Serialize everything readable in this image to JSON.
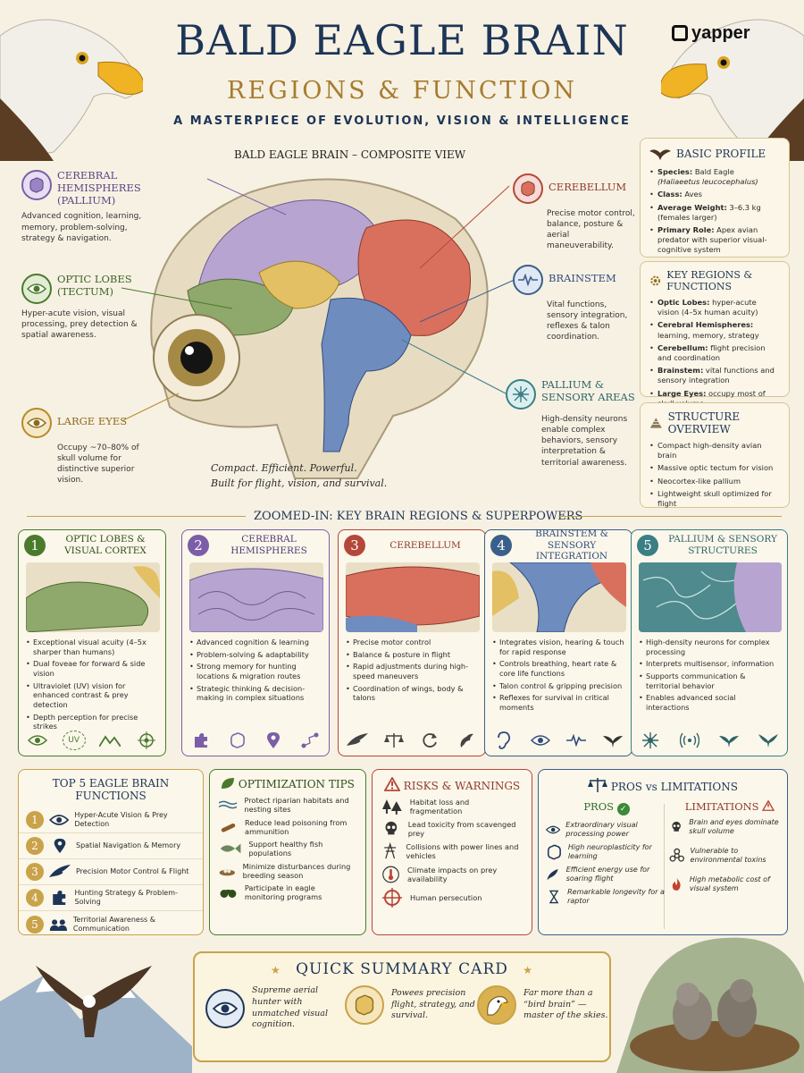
{
  "header": {
    "title": "BALD EAGLE BRAIN",
    "subtitle": "REGIONS & FUNCTION",
    "tagline": "A MASTERPIECE OF EVOLUTION, VISION & INTELLIGENCE",
    "logo": "yapper"
  },
  "brain": {
    "title": "BALD EAGLE BRAIN – COMPOSITE VIEW",
    "caption_line1": "Compact. Efficient. Powerful.",
    "caption_line2": "Built for flight, vision, and survival.",
    "labels": [
      {
        "title": "CEREBRAL HEMISPHERES (PALLIUM)",
        "desc": "Advanced cognition, learning, memory, problem-solving, strategy & navigation.",
        "color": "#7b5ea7",
        "icon": "brain-icon"
      },
      {
        "title": "OPTIC LOBES (TECTUM)",
        "desc": "Hyper-acute vision, visual processing, prey detection & spatial awareness.",
        "color": "#4a7a2c",
        "icon": "eye-icon"
      },
      {
        "title": "LARGE EYES",
        "desc": "Occupy ~70–80% of skull volume for distinctive superior vision.",
        "color": "#b8892b",
        "icon": "eye-icon"
      },
      {
        "title": "CEREBELLUM",
        "desc": "Precise motor control, balance, posture & aerial maneuverability.",
        "color": "#b5473a",
        "icon": "cerebellum-icon"
      },
      {
        "title": "BRAINSTEM",
        "desc": "Vital functions, sensory integration, reflexes & talon coordination.",
        "color": "#3a5f8a",
        "icon": "pulse-icon"
      },
      {
        "title": "PALLIUM & SENSORY AREAS",
        "desc": "High-density neurons enable complex behaviors, sensory interpretation & territorial awareness.",
        "color": "#3a7f86",
        "icon": "neuron-icon"
      }
    ]
  },
  "sidebar": {
    "profile": {
      "title": "BASIC PROFILE",
      "items": [
        {
          "k": "Species:",
          "v": "Bald Eagle",
          "v2": "(Haliaeetus leucocephalus)"
        },
        {
          "k": "Class:",
          "v": "Aves"
        },
        {
          "k": "Average Weight:",
          "v": "3–6.3 kg (females larger)"
        },
        {
          "k": "Primary Role:",
          "v": "Apex avian predator with superior visual-cognitive system"
        }
      ]
    },
    "regions": {
      "title": "KEY REGIONS & FUNCTIONS",
      "items": [
        {
          "k": "Optic Lobes:",
          "v": "hyper-acute vision (4–5x human acuity)"
        },
        {
          "k": "Cerebral Hemispheres:",
          "v": "learning, memory, strategy"
        },
        {
          "k": "Cerebellum:",
          "v": "flight precision and coordination"
        },
        {
          "k": "Brainstem:",
          "v": "vital functions and sensory integration"
        },
        {
          "k": "Large Eyes:",
          "v": "occupy most of skull volume"
        }
      ]
    },
    "structure": {
      "title": "STRUCTURE OVERVIEW",
      "items": [
        "Compact high-density avian brain",
        "Massive optic tectum for vision",
        "Neocortex-like pallium",
        "Lightweight skull optimized for flight"
      ]
    }
  },
  "zoom": {
    "title": "ZOOMED-IN: KEY BRAIN REGIONS & SUPERPOWERS",
    "cards": [
      {
        "num": "1",
        "title": "OPTIC LOBES & VISUAL CORTEX",
        "color": "#4a7a2c",
        "items": [
          "Exceptional visual acuity (4–5x sharper than humans)",
          "Dual foveae for forward & side vision",
          "Ultraviolet (UV) vision for enhanced contrast & prey detection",
          "Depth perception for precise strikes"
        ],
        "icons": [
          "eye-icon",
          "uv-icon",
          "mountain-icon",
          "target-icon"
        ],
        "uv": "UV"
      },
      {
        "num": "2",
        "title": "CEREBRAL HEMISPHERES",
        "color": "#7b5ea7",
        "items": [
          "Advanced cognition & learning",
          "Problem-solving & adaptability",
          "Strong memory for hunting locations & migration routes",
          "Strategic thinking & decision-making in complex situations"
        ],
        "icons": [
          "puzzle-icon",
          "brain-icon",
          "map-pin-icon",
          "route-icon"
        ]
      },
      {
        "num": "3",
        "title": "CEREBELLUM",
        "color": "#b5473a",
        "items": [
          "Precise motor control",
          "Balance & posture in flight",
          "Rapid adjustments during high-speed maneuvers",
          "Coordination of wings, body & talons"
        ],
        "icons": [
          "wing-icon",
          "balance-icon",
          "rotate-icon",
          "talon-icon"
        ]
      },
      {
        "num": "4",
        "title": "BRAINSTEM & SENSORY INTEGRATION",
        "color": "#3a5f8a",
        "items": [
          "Integrates vision, hearing & touch for rapid response",
          "Controls breathing, heart rate & core life functions",
          "Talon control & gripping precision",
          "Reflexes for survival in critical moments"
        ],
        "icons": [
          "ear-icon",
          "eye-icon",
          "pulse-icon",
          "eagle-icon"
        ]
      },
      {
        "num": "5",
        "title": "PALLIUM & SENSORY STRUCTURES",
        "color": "#3a7f86",
        "items": [
          "High-density neurons for complex processing",
          "Interprets multisensor, information",
          "Supports communication & territorial behavior",
          "Enables advanced social interactions"
        ],
        "icons": [
          "neuron-icon",
          "signal-icon",
          "bird-icon",
          "eagle-icon"
        ]
      }
    ]
  },
  "functions": {
    "title": "TOP 5 EAGLE BRAIN FUNCTIONS",
    "items": [
      {
        "num": "1",
        "text": "Hyper-Acute Vision & Prey Detection",
        "icon": "eye-icon"
      },
      {
        "num": "2",
        "text": "Spatial Navigation & Memory",
        "icon": "map-pin-icon"
      },
      {
        "num": "3",
        "text": "Precision Motor Control & Flight",
        "icon": "wing-icon"
      },
      {
        "num": "4",
        "text": "Hunting Strategy & Problem-Solving",
        "icon": "puzzle-icon"
      },
      {
        "num": "5",
        "text": "Territorial Awareness & Communication",
        "icon": "people-icon"
      }
    ]
  },
  "tips": {
    "title": "OPTIMIZATION TIPS",
    "items": [
      {
        "text": "Protect riparian habitats and nesting sites",
        "icon": "river-icon"
      },
      {
        "text": "Reduce lead poisoning from ammunition",
        "icon": "ammo-icon"
      },
      {
        "text": "Support healthy fish populations",
        "icon": "fish-icon"
      },
      {
        "text": "Minimize disturbances during breeding season",
        "icon": "nest-icon"
      },
      {
        "text": "Participate in eagle monitoring programs",
        "icon": "binoculars-icon"
      }
    ]
  },
  "risks": {
    "title": "RISKS & WARNINGS",
    "items": [
      {
        "text": "Habitat loss and fragmentation",
        "icon": "trees-icon"
      },
      {
        "text": "Lead toxicity from scavenged prey",
        "icon": "skull-icon"
      },
      {
        "text": "Collisions with power lines and vehicles",
        "icon": "tower-icon"
      },
      {
        "text": "Climate impacts on prey availability",
        "icon": "thermometer-icon"
      },
      {
        "text": "Human persecution",
        "icon": "crosshair-icon"
      }
    ]
  },
  "proscons": {
    "title": "PROS vs LIMITATIONS",
    "pros_title": "PROS",
    "limits_title": "LIMITATIONS",
    "pros": [
      {
        "text": "Extraordinary visual processing power",
        "icon": "eye-icon"
      },
      {
        "text": "High neuroplasticity for learning",
        "icon": "brain-icon"
      },
      {
        "text": "Efficient energy use for soaring flight",
        "icon": "feather-icon"
      },
      {
        "text": "Remarkable longevity for a raptor",
        "icon": "hourglass-icon"
      }
    ],
    "limits": [
      {
        "text": "Brain and eyes dominate skull volume",
        "icon": "skull-icon"
      },
      {
        "text": "Vulnerable to environmental toxins",
        "icon": "biohazard-icon"
      },
      {
        "text": "High metabolic cost of visual system",
        "icon": "flame-icon"
      }
    ]
  },
  "summary": {
    "title": "QUICK SUMMARY CARD",
    "items": [
      {
        "text": "Supreme aerial hunter with unmatched visual cognition.",
        "icon": "eye-icon"
      },
      {
        "text": "Powees precision flight, strategy, and survival.",
        "icon": "brain-icon"
      },
      {
        "text": "Far more than a “bird brain” — master of the skies.",
        "icon": "eagle-head-icon"
      }
    ]
  }
}
